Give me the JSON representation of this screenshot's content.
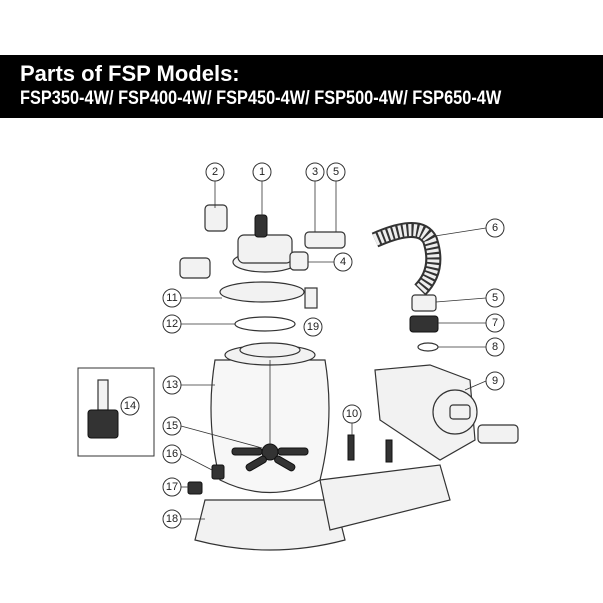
{
  "header": {
    "title": "Parts of FSP Models:",
    "models": "FSP350-4W/ FSP400-4W/ FSP450-4W/ FSP500-4W/ FSP650-4W"
  },
  "callouts": [
    "1",
    "2",
    "3",
    "4",
    "5",
    "5",
    "6",
    "7",
    "8",
    "9",
    "10",
    "11",
    "12",
    "13",
    "14",
    "15",
    "16",
    "17",
    "18",
    "19"
  ]
}
